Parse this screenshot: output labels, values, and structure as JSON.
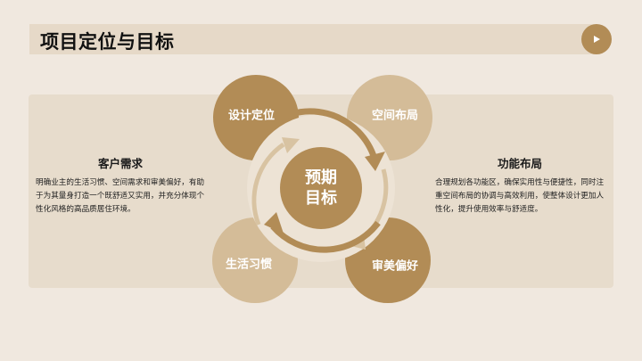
{
  "header": {
    "title": "项目定位与目标",
    "play_button_icon": "play-icon"
  },
  "left_block": {
    "heading": "客户需求",
    "body": "明确业主的生活习惯、空间需求和审美偏好，有助于为其量身打造一个既舒适又实用，并充分体现个性化风格的高品质居住环境。"
  },
  "right_block": {
    "heading": "功能布局",
    "body": "合理规划各功能区，确保实用性与便捷性，同时注重空间布局的协调与高效利用，使整体设计更加人性化，提升使用效率与舒适度。"
  },
  "cycle": {
    "center": {
      "line1": "预期",
      "line2": "目标"
    },
    "nodes": [
      {
        "label": "设计定位",
        "position": "top-left"
      },
      {
        "label": "空间布局",
        "position": "top-right"
      },
      {
        "label": "审美偏好",
        "position": "bottom-right"
      },
      {
        "label": "生活习惯",
        "position": "bottom-left"
      }
    ]
  },
  "colors": {
    "background": "#f0e8df",
    "panel": "#e7dccc",
    "title_bar": "#e6d9c8",
    "dark_gold": "#b28c56",
    "light_gold": "#d4bc98",
    "arrow_light": "#d8c3a2"
  }
}
